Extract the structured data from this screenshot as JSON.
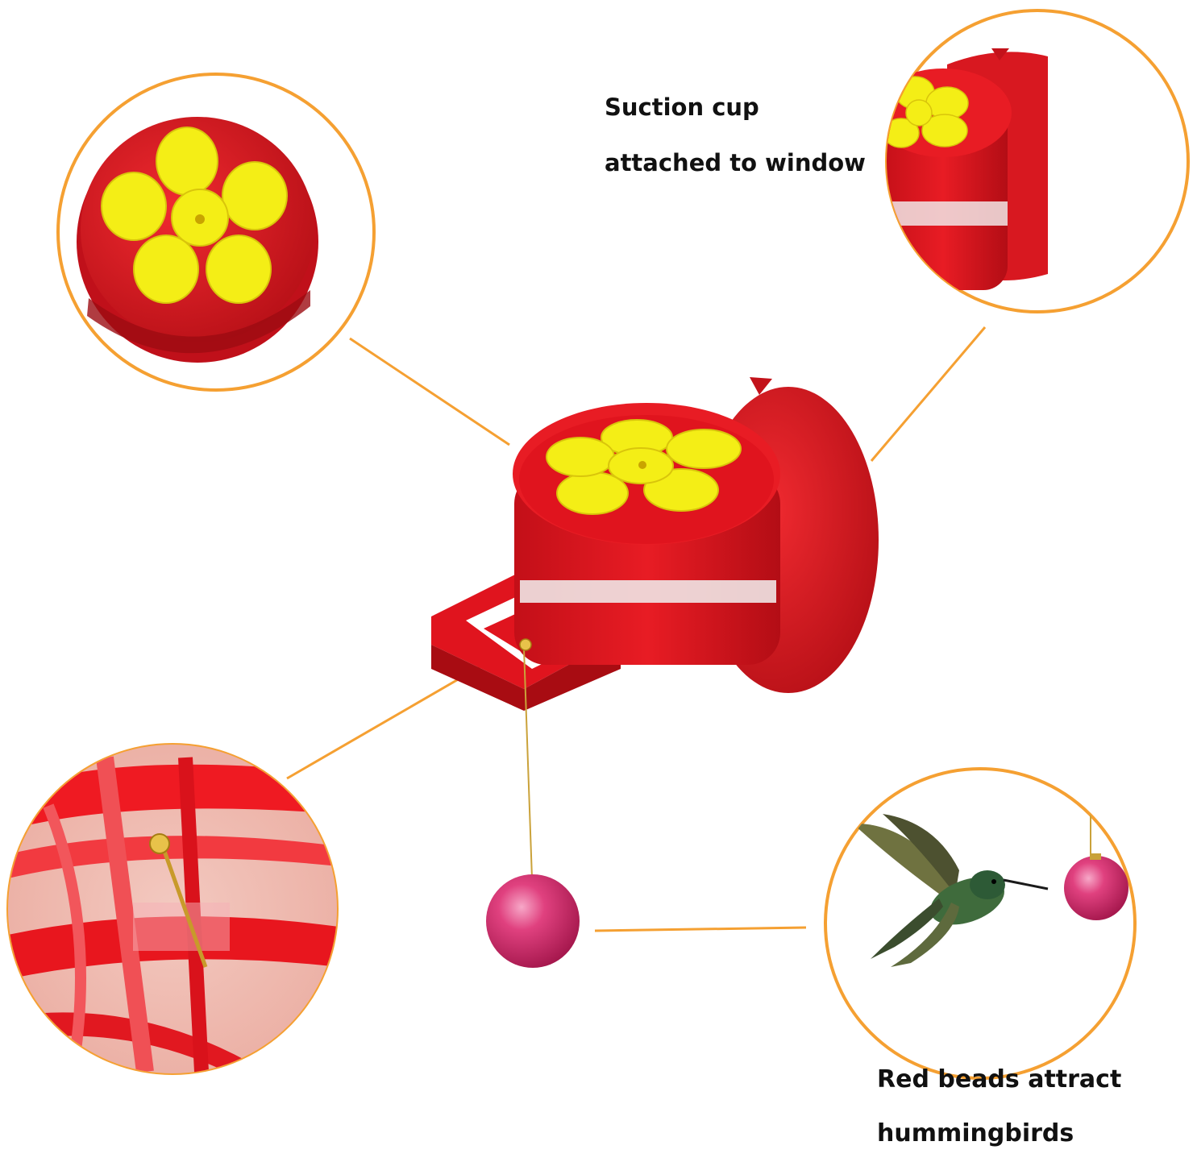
{
  "captions": {
    "suction_line1": "Suction cup",
    "suction_line2": "attached to window",
    "beads_line1": "Red beads attract",
    "beads_line2": "hummingbirds"
  },
  "colors": {
    "feeder_red": "#e0141e",
    "feeder_dark_red": "#a80c12",
    "flower_yellow": "#f4ee16",
    "callout_orange": "#f5a032",
    "bead_pink": "#d62a72",
    "hummingbird_green": "#3f6b3c"
  },
  "icons": [
    "hummingbird-icon",
    "flower-port-icon",
    "suction-cup-icon",
    "bead-icon"
  ]
}
